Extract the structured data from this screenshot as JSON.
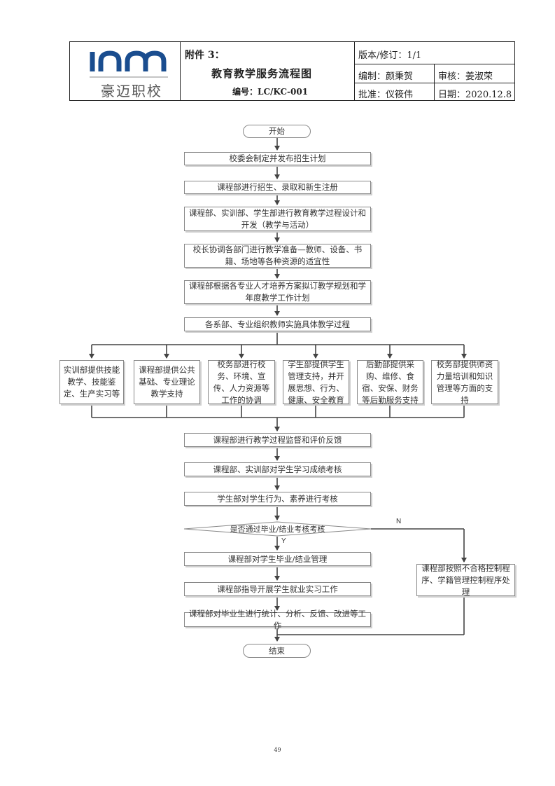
{
  "header": {
    "logo_cn": "豪迈职校",
    "attachment": "附件 3：",
    "title": "教育教学服务流程图",
    "code": "编号：LC/KC-001",
    "version": "版本/修订：1/1",
    "editor": "编制：颜秉贺",
    "reviewer": "审核：姜淑荣",
    "approver": "批准：仪筱伟",
    "date": "日期：2020.12.8"
  },
  "flow": {
    "start": "开始",
    "steps": [
      "校委会制定并发布招生计划",
      "课程部进行招生、录取和新生注册",
      "课程部、实训部、学生部进行教育教学过程设计和开发（教学与活动）",
      "校长协调各部门进行教学准备—教师、设备、书籍、场地等各种资源的适宜性",
      "课程部根据各专业人才培养方案拟订教学规划和学年度教学工作计划",
      "各系部、专业组织教师实施具体教学过程"
    ],
    "support": [
      "实训部提供技能教学、技能鉴定、生产实习等",
      "课程部提供公共基础、专业理论教学支持",
      "校务部进行校务、环境、宣传、人力资源等工作的协调",
      "学生部提供学生管理支持，并开展思想、行为、健康、安全教育",
      "后勤部提供采购、维修、食宿、安保、财务等后勤服务支持",
      "校务部提供师资力量培训和知识管理等方面的支持"
    ],
    "after": [
      "课程部进行教学过程监督和评价反馈",
      "课程部、实训部对学生学习成绩考核",
      "学生部对学生行为、素养进行考核"
    ],
    "decision": "是否通过毕业/结业考核考核",
    "yes_label": "Y",
    "no_label": "N",
    "yes_steps": [
      "课程部对学生毕业/结业管理",
      "课程部指导开展学生就业实习工作",
      "课程部对毕业生进行统计、分析、反馈、改进等工作"
    ],
    "no_step": "课程部按照不合格控制程序、学籍管理控制程序处理",
    "end": "结束"
  },
  "page_number": "49"
}
